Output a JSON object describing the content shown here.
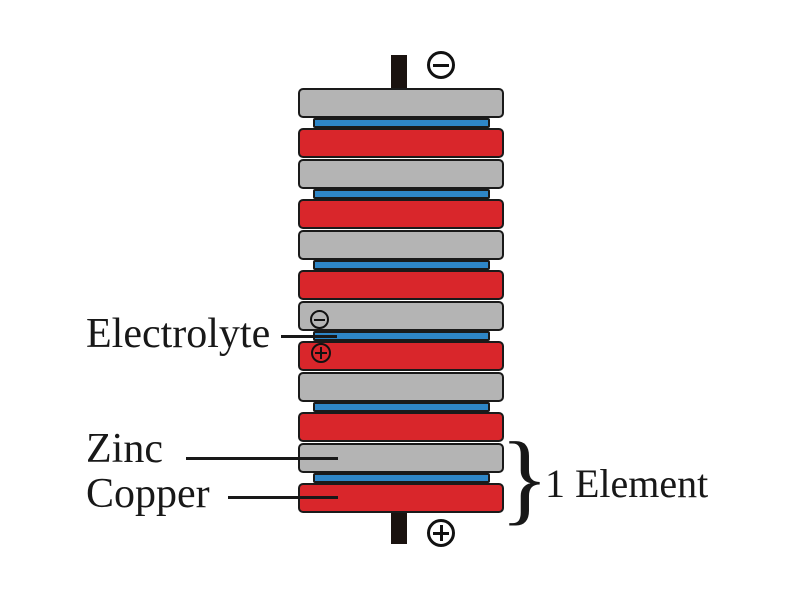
{
  "diagram": {
    "type": "voltaic-pile-battery-diagram",
    "background": "#ffffff"
  },
  "colors": {
    "zinc": "#b4b4b4",
    "electrolyte": "#2e86c7",
    "copper": "#d9262b",
    "outline": "#1a1a1a",
    "terminal_post": "#1a120f"
  },
  "stack": {
    "element_count": 6,
    "layers": [
      {
        "name": "zinc",
        "color_key": "zinc"
      },
      {
        "name": "electrolyte",
        "color_key": "electrolyte"
      },
      {
        "name": "copper",
        "color_key": "copper"
      }
    ]
  },
  "terminals": {
    "top_sign": "minus",
    "bottom_sign": "plus"
  },
  "polarity_marks": {
    "zinc_layer_sign": "minus",
    "copper_layer_sign": "plus"
  },
  "labels": {
    "electrolyte": "Electrolyte",
    "zinc": "Zinc",
    "copper": "Copper",
    "element": "1 Element",
    "element_brace": "}"
  }
}
